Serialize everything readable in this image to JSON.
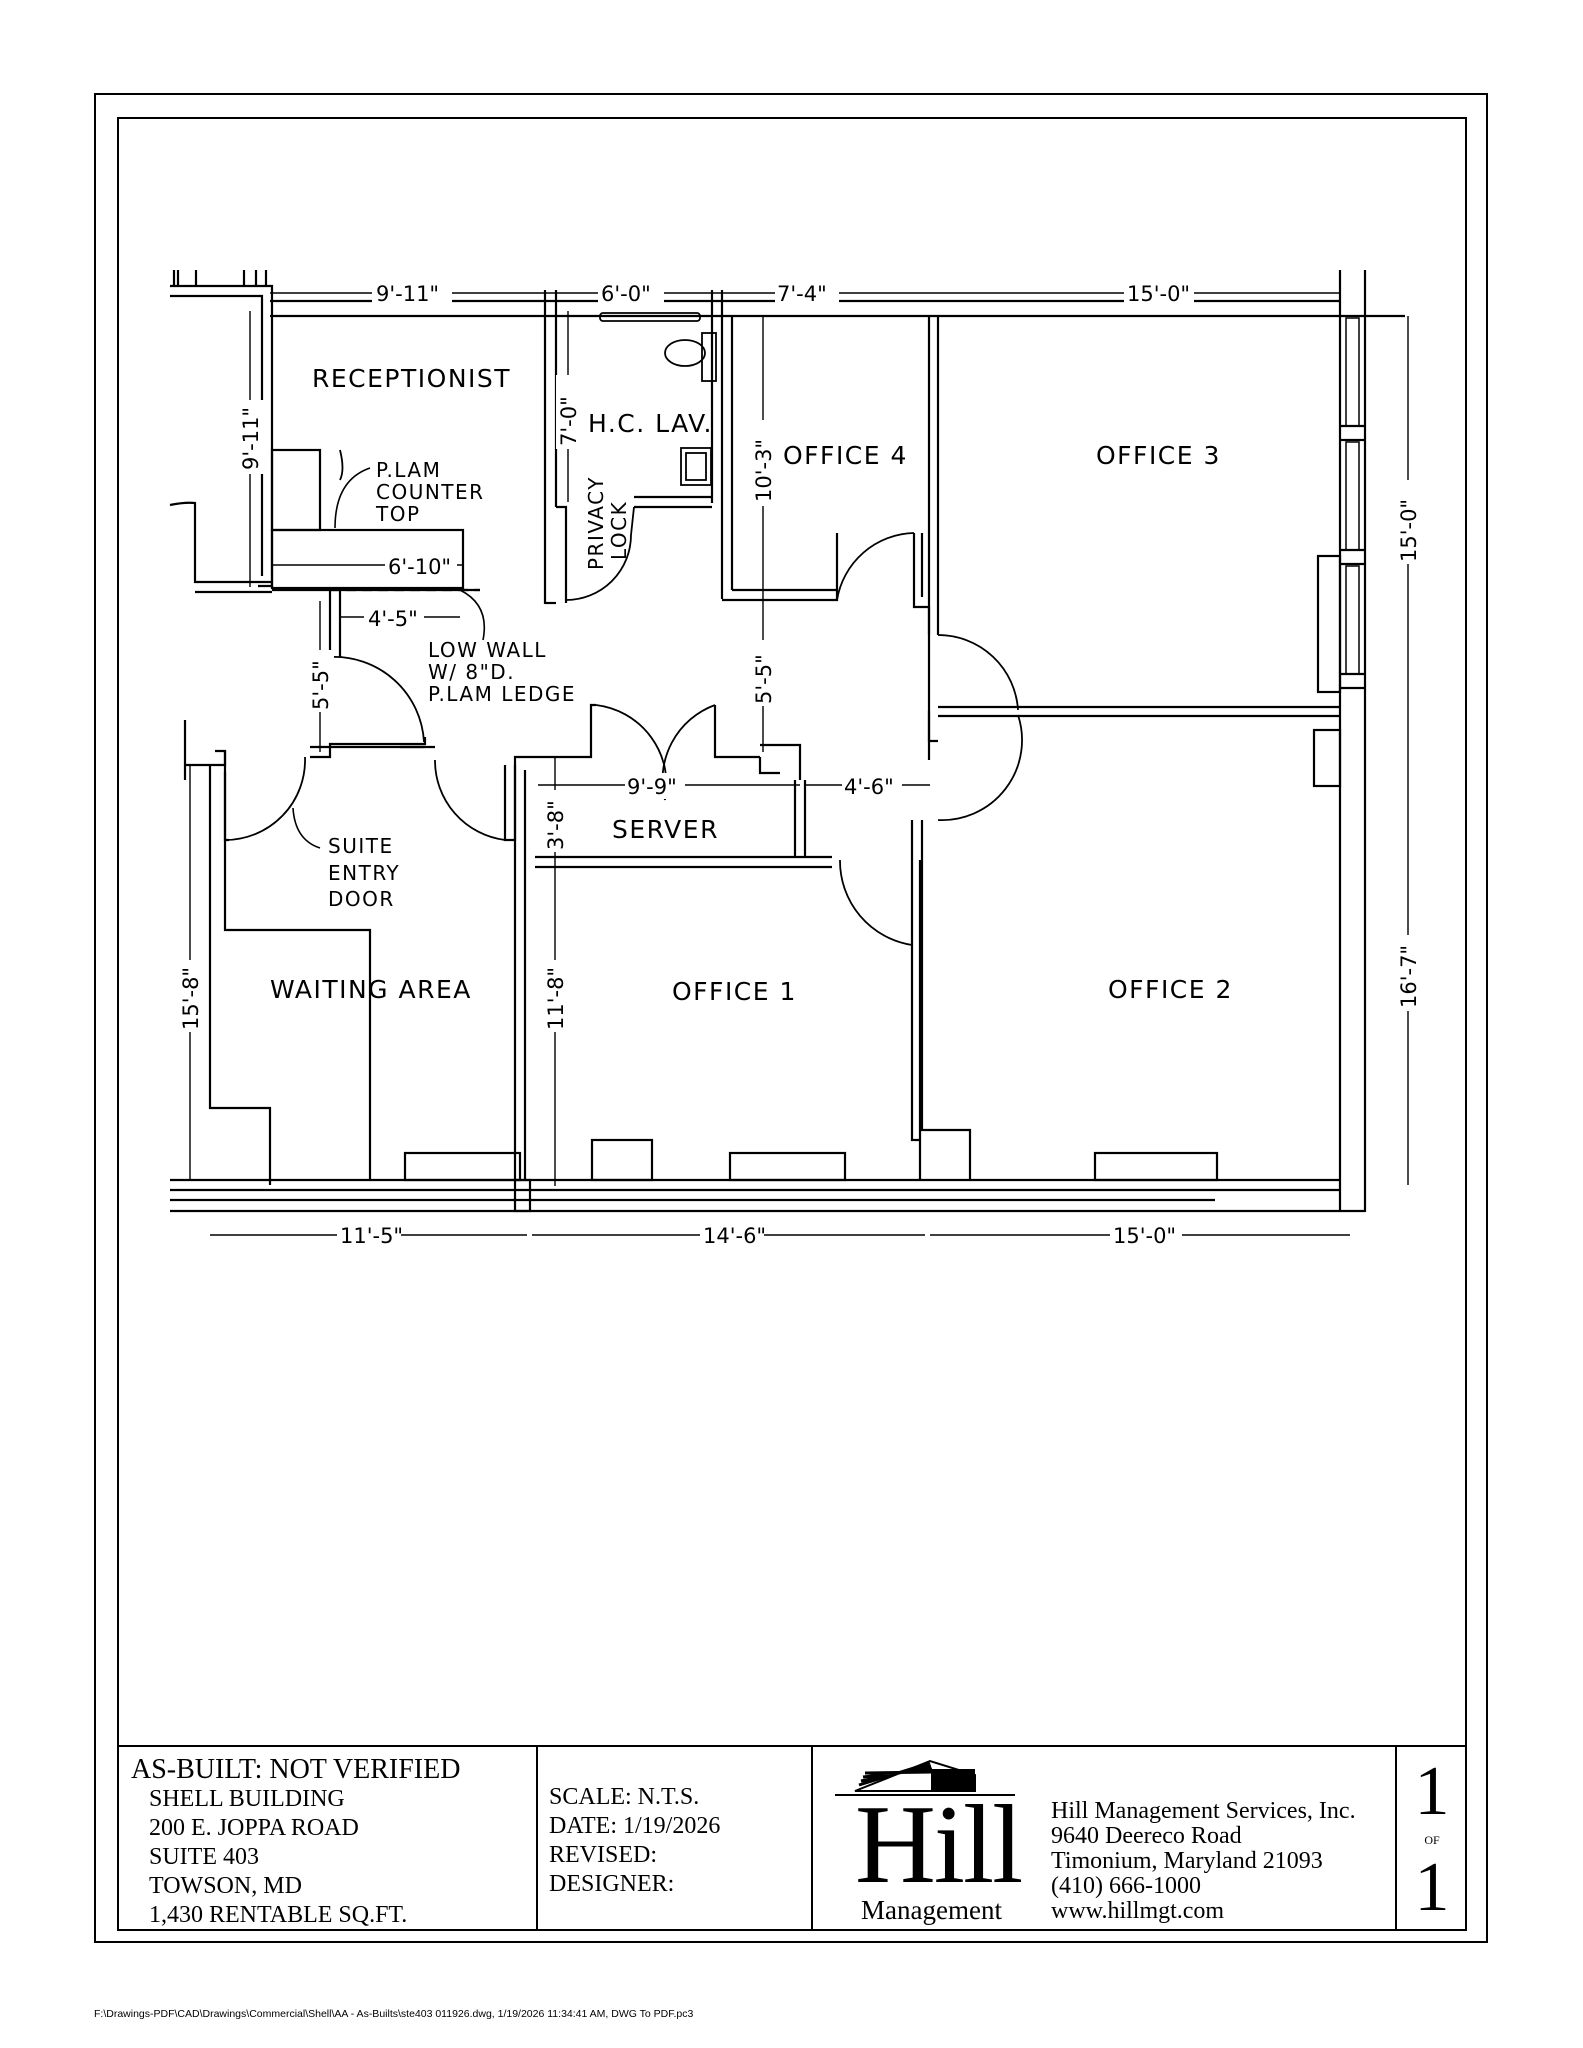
{
  "plan": {
    "rooms": {
      "receptionist": "RECEPTIONIST",
      "hc_lav": "H.C. LAV.",
      "office_4": "OFFICE 4",
      "office_3": "OFFICE 3",
      "server": "SERVER",
      "waiting_area": "WAITING AREA",
      "office_1": "OFFICE 1",
      "office_2": "OFFICE 2"
    },
    "notes": {
      "counter": [
        "P.LAM",
        "COUNTER",
        "TOP"
      ],
      "privacy_lock": [
        "PRIVACY",
        "LOCK"
      ],
      "low_wall": [
        "LOW WALL",
        "W/ 8\"D.",
        "P.LAM LEDGE"
      ],
      "suite_entry": [
        "SUITE",
        "ENTRY",
        "DOOR"
      ]
    },
    "dimensions": {
      "top_receptionist": "9'-11\"",
      "top_lav": "6'-0\"",
      "top_office4": "7'-4\"",
      "top_office3": "15'-0\"",
      "left_receptionist": "9'-11\"",
      "lav_height": "7'-0\"",
      "counter_width": "6'-10\"",
      "low_wall_width": "4'-5\"",
      "entry_height": "5'-5\"",
      "office4_height": "10'-3\"",
      "corridor_height": "5'-5\"",
      "server_width": "9'-9\"",
      "corridor_width": "4'-6\"",
      "server_height": "3'-8\"",
      "office1_height": "11'-8\"",
      "waiting_height": "15'-8\"",
      "office3_height": "15'-0\"",
      "office2_height": "16'-7\"",
      "bottom_waiting": "11'-5\"",
      "bottom_office1": "14'-6\"",
      "bottom_office2": "15'-0\""
    }
  },
  "title_block": {
    "project": {
      "heading": "AS-BUILT: NOT VERIFIED",
      "lines": [
        "SHELL BUILDING",
        "200 E. JOPPA ROAD",
        "SUITE 403",
        "TOWSON, MD",
        "1,430 RENTABLE SQ.FT."
      ]
    },
    "meta": {
      "scale": "SCALE: N.T.S.",
      "date": "DATE: 1/19/2026",
      "revised": "REVISED:",
      "designer": "DESIGNER:"
    },
    "company": {
      "logo_word": "Hill",
      "logo_sub": "Management",
      "name": "Hill Management Services, Inc.",
      "street": "9640 Deereco Road",
      "city": "Timonium, Maryland  21093",
      "phone": "(410) 666-1000",
      "website": "www.hillmgt.com"
    },
    "sheet": {
      "current": "1",
      "of_label": "OF",
      "total": "1"
    }
  },
  "footer": {
    "file_path": "F:\\Drawings-PDF\\CAD\\Drawings\\Commercial\\Shell\\AA - As-Builts\\ste403 011926.dwg, 1/19/2026 11:34:41 AM, DWG To PDF.pc3"
  }
}
